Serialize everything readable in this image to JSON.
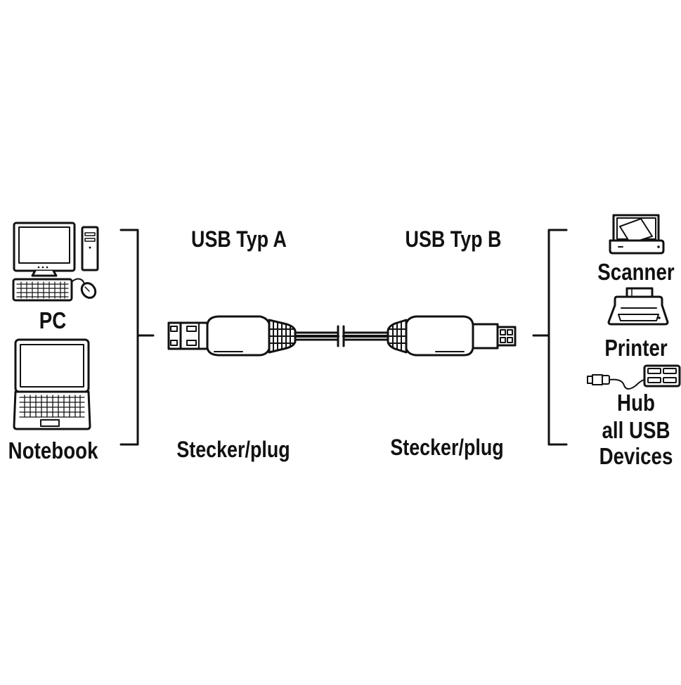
{
  "diagram": {
    "connector_a": {
      "title": "USB Typ A",
      "subtitle": "Stecker/plug"
    },
    "connector_b": {
      "title": "USB Typ B",
      "subtitle": "Stecker/plug"
    },
    "host_devices": [
      {
        "label": "PC",
        "icon": "desktop-pc-icon"
      },
      {
        "label": "Notebook",
        "icon": "notebook-icon"
      }
    ],
    "peripheral_devices": [
      {
        "label": "Scanner",
        "icon": "scanner-icon"
      },
      {
        "label": "Printer",
        "icon": "printer-icon"
      },
      {
        "label": "Hub",
        "icon": "usb-hub-icon"
      },
      {
        "label": "all USB",
        "icon": ""
      },
      {
        "label": "Devices",
        "icon": ""
      }
    ],
    "colors": {
      "line": "#111111",
      "background": "#ffffff",
      "plug_body": "#ffffff"
    }
  }
}
